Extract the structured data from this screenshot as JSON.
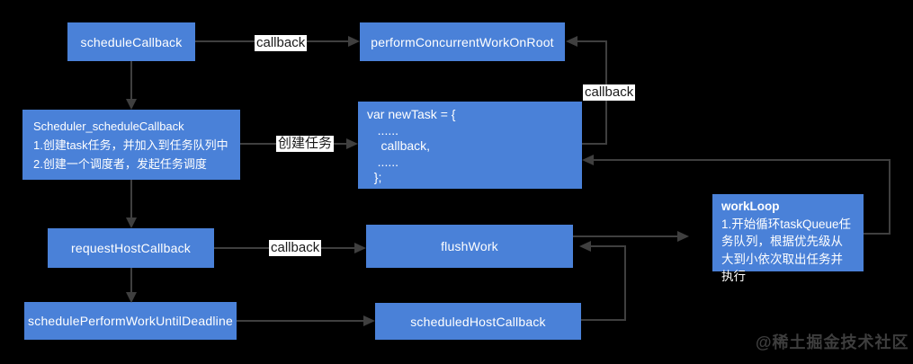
{
  "colors": {
    "background": "#000000",
    "node_fill": "#4a81d8",
    "node_text": "#ffffff",
    "arrow": "#3f3f3f",
    "edge_label_bg": "#ffffff",
    "edge_label_text": "#1a1a1a",
    "watermark_text": "#3e3e3e"
  },
  "nodes": {
    "scheduleCallback": {
      "label": "scheduleCallback"
    },
    "performConcurrentWorkOnRoot": {
      "label": "performConcurrentWorkOnRoot"
    },
    "schedulerScheduleCallback": {
      "lines": [
        "Scheduler_scheduleCallback",
        "1.创建task任务，并加入到任务队列中",
        "2.创建一个调度者，发起任务调度"
      ]
    },
    "newTask": {
      "code": "var newTask = {\n   ......\n    callback,\n   ......\n  };"
    },
    "workLoop": {
      "title": "workLoop",
      "body": "1.开始循环taskQueue任务队列，根据优先级从大到小依次取出任务并执行"
    },
    "requestHostCallback": {
      "label": "requestHostCallback"
    },
    "flushWork": {
      "label": "flushWork"
    },
    "schedulePerformWorkUntilDeadline": {
      "label": "schedulePerformWorkUntilDeadline"
    },
    "scheduledHostCallback": {
      "label": "scheduledHostCallback"
    }
  },
  "edges": {
    "scheduleCallback_to_perform": "callback",
    "newTask_to_perform": "callback",
    "scheduler_to_newTask": "创建任务",
    "requestHost_to_flushWork": "callback"
  },
  "watermark": "@稀土掘金技术社区"
}
